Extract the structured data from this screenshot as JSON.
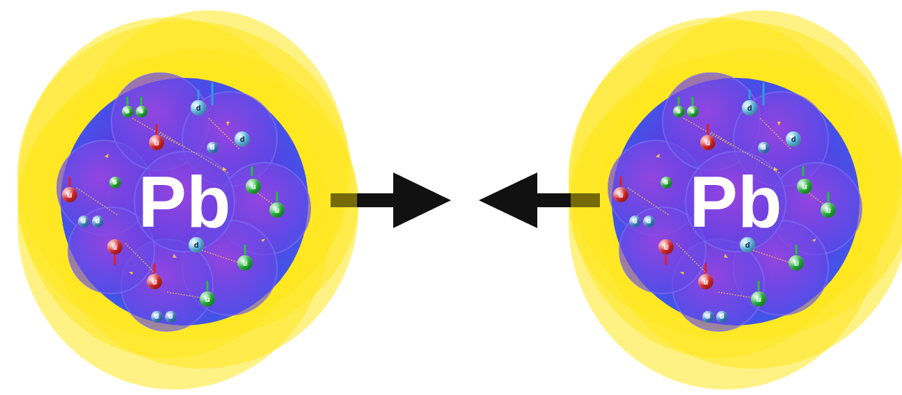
{
  "diagram": {
    "nodes": [
      {
        "text": [
          "Pb"
        ]
      },
      {
        "text": [
          "s"
        ],
        "in": 0
      },
      {
        "text": [
          "s"
        ],
        "in": 0
      },
      {
        "text": [
          "d"
        ],
        "in": 0
      },
      {
        "text": [
          "u"
        ],
        "in": 0
      },
      {
        "text": [
          "d"
        ],
        "in": 0
      },
      {
        "text": [
          "u"
        ],
        "in": 0
      },
      {
        "text": [
          "s"
        ],
        "in": 0
      },
      {
        "text": [
          "u"
        ],
        "in": 0
      },
      {
        "text": [
          "u"
        ],
        "in": 0
      },
      {
        "text": [
          "u"
        ],
        "in": 0
      },
      {
        "text": [
          "d"
        ],
        "in": 0
      },
      {
        "text": [
          "u"
        ],
        "in": 0
      },
      {
        "text": [
          "u"
        ],
        "in": 0
      },
      {
        "text": [
          "u"
        ],
        "in": 0
      },
      {
        "text": [
          "d"
        ],
        "in": 0
      },
      {
        "text": [
          "d"
        ],
        "in": 0
      },
      {
        "text": [
          "d"
        ],
        "in": 0
      },
      {
        "text": [
          "d"
        ],
        "in": 0
      },
      {
        "text": [
          "d"
        ],
        "in": 0
      },
      {
        "text": [
          "Pb"
        ]
      },
      {
        "text": [
          "s"
        ],
        "in": 20
      },
      {
        "text": [
          "s"
        ],
        "in": 20
      },
      {
        "text": [
          "d"
        ],
        "in": 20
      },
      {
        "text": [
          "u"
        ],
        "in": 20
      },
      {
        "text": [
          "d"
        ],
        "in": 20
      },
      {
        "text": [
          "u"
        ],
        "in": 20
      },
      {
        "text": [
          "s"
        ],
        "in": 20
      },
      {
        "text": [
          "u"
        ],
        "in": 20
      },
      {
        "text": [
          "u"
        ],
        "in": 20
      },
      {
        "text": [
          "u"
        ],
        "in": 20
      },
      {
        "text": [
          "d"
        ],
        "in": 20
      },
      {
        "text": [
          "u"
        ],
        "in": 20
      },
      {
        "text": [
          "u"
        ],
        "in": 20
      },
      {
        "text": [
          "u"
        ],
        "in": 20
      },
      {
        "text": [
          "d"
        ],
        "in": 20
      },
      {
        "text": [
          "d"
        ],
        "in": 20
      },
      {
        "text": [
          "d"
        ],
        "in": 20
      },
      {
        "text": [
          "d"
        ],
        "in": 20
      },
      {
        "text": [
          "d"
        ],
        "in": 20
      }
    ]
  }
}
